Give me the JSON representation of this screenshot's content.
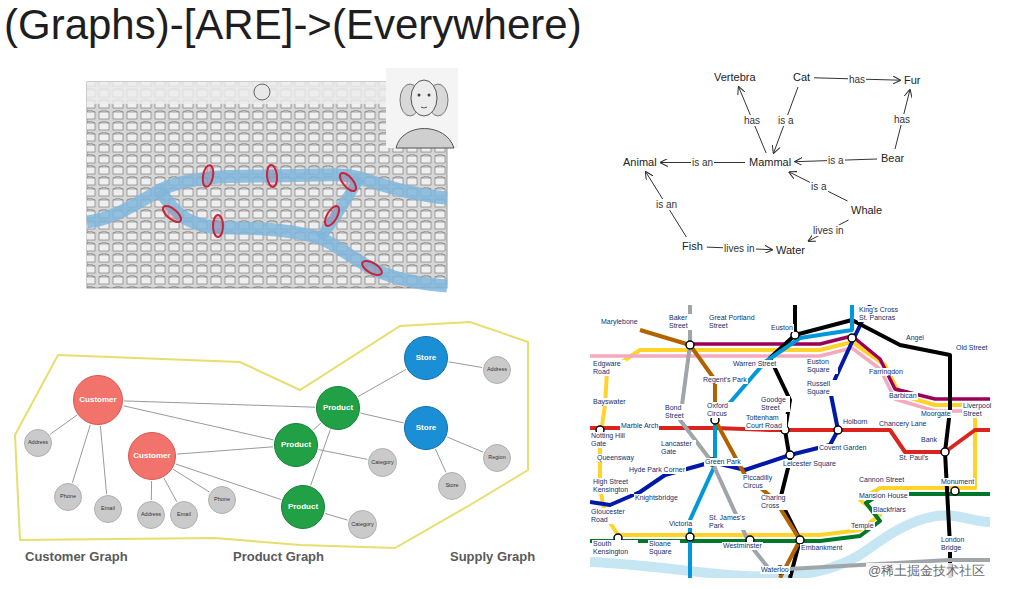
{
  "diagram": {
    "title": "(Graphs)-[ARE]->(Everywhere)",
    "nodes": [
      {
        "text": [
          "Vertebra"
        ]
      },
      {
        "text": [
          "Cat"
        ]
      },
      {
        "text": [
          "Fur"
        ]
      },
      {
        "text": [
          "Animal"
        ]
      },
      {
        "text": [
          "Mammal"
        ]
      },
      {
        "text": [
          "Bear"
        ]
      },
      {
        "text": [
          "Whale"
        ]
      },
      {
        "text": [
          "Fish"
        ]
      },
      {
        "text": [
          "Water"
        ]
      },
      {
        "text": [
          "Customer"
        ]
      },
      {
        "text": [
          "Address"
        ]
      },
      {
        "text": [
          "Phone"
        ]
      },
      {
        "text": [
          "Email"
        ]
      },
      {
        "text": [
          "Customer"
        ]
      },
      {
        "text": [
          "Address"
        ]
      },
      {
        "text": [
          "Email"
        ]
      },
      {
        "text": [
          "Phone"
        ]
      },
      {
        "text": [
          "Product"
        ]
      },
      {
        "text": [
          "Product"
        ]
      },
      {
        "text": [
          "Product"
        ]
      },
      {
        "text": [
          "Category"
        ]
      },
      {
        "text": [
          "Category"
        ]
      },
      {
        "text": [
          "Store"
        ]
      },
      {
        "text": [
          "Store"
        ]
      },
      {
        "text": [
          "Address"
        ]
      },
      {
        "text": [
          "Region"
        ]
      },
      {
        "text": [
          "Store"
        ]
      }
    ],
    "edges": [
      {
        "from": 1,
        "to": 2,
        "arrow": "to",
        "label": "has"
      },
      {
        "from": 4,
        "to": 0,
        "arrow": "to",
        "label": "has"
      },
      {
        "from": 1,
        "to": 4,
        "arrow": "to",
        "label": "is a"
      },
      {
        "from": 4,
        "to": 3,
        "arrow": "to",
        "label": "is an"
      },
      {
        "from": 5,
        "to": 4,
        "arrow": "to",
        "label": "is a"
      },
      {
        "from": 5,
        "to": 2,
        "arrow": "to",
        "label": "has"
      },
      {
        "from": 6,
        "to": 4,
        "arrow": "to",
        "label": "is a"
      },
      {
        "from": 7,
        "to": 3,
        "arrow": "to",
        "label": "is an"
      },
      {
        "from": 7,
        "to": 8,
        "arrow": "to",
        "label": "lives in"
      },
      {
        "from": 6,
        "to": 8,
        "arrow": "to",
        "label": "lives in"
      },
      {
        "from": 9,
        "to": 10,
        "arrow": "none"
      },
      {
        "from": 9,
        "to": 11,
        "arrow": "none"
      },
      {
        "from": 9,
        "to": 12,
        "arrow": "none"
      },
      {
        "from": 9,
        "to": 18,
        "arrow": "none"
      },
      {
        "from": 9,
        "to": 17,
        "arrow": "none"
      },
      {
        "from": 13,
        "to": 14,
        "arrow": "none"
      },
      {
        "from": 13,
        "to": 15,
        "arrow": "none"
      },
      {
        "from": 13,
        "to": 16,
        "arrow": "none"
      },
      {
        "from": 13,
        "to": 18,
        "arrow": "none"
      },
      {
        "from": 13,
        "to": 19,
        "arrow": "none"
      },
      {
        "from": 17,
        "to": 22,
        "arrow": "none"
      },
      {
        "from": 17,
        "to": 23,
        "arrow": "none"
      },
      {
        "from": 18,
        "to": 17,
        "arrow": "none"
      },
      {
        "from": 18,
        "to": 20,
        "arrow": "none"
      },
      {
        "from": 19,
        "to": 21,
        "arrow": "none"
      },
      {
        "from": 19,
        "to": 17,
        "arrow": "none"
      },
      {
        "from": 22,
        "to": 24,
        "arrow": "none"
      },
      {
        "from": 23,
        "to": 25,
        "arrow": "none"
      },
      {
        "from": 23,
        "to": 26,
        "arrow": "none"
      }
    ],
    "labels": [
      "Customer Graph",
      "Product Graph",
      "Supply Graph",
      "Marylebone",
      "Baker Street",
      "Great Portland Street",
      "Euston",
      "King's Cross St. Pancras",
      "Angel",
      "Old Street",
      "Edgware Road",
      "Warren Street",
      "Euston Square",
      "Regent's Park",
      "Russell Square",
      "Farringdon",
      "Barbican",
      "Goodge Street",
      "Bayswater",
      "Bond Street",
      "Oxford Circus",
      "Tottenham Court Road",
      "Holborn",
      "Chancery Lane",
      "Moorgate",
      "Liverpool Street",
      "Marble Arch",
      "Lancaster Gate",
      "Notting Hill Gate",
      "Queensway",
      "Covent Garden",
      "St. Paul's",
      "Bank",
      "Hyde Park Corner",
      "Green Park",
      "Piccadilly Circus",
      "Leicester Square",
      "Cannon Street",
      "High Street Kensington",
      "Knightsbridge",
      "Mansion House",
      "Monument",
      "Blackfriars",
      "Charing Cross",
      "Gloucester Road",
      "Victoria",
      "St. James's Park",
      "Temple",
      "South Kensington",
      "Sloane Square",
      "Westminster",
      "Embankment",
      "London Bridge",
      "Waterloo",
      "@稀土掘金技术社区"
    ]
  }
}
